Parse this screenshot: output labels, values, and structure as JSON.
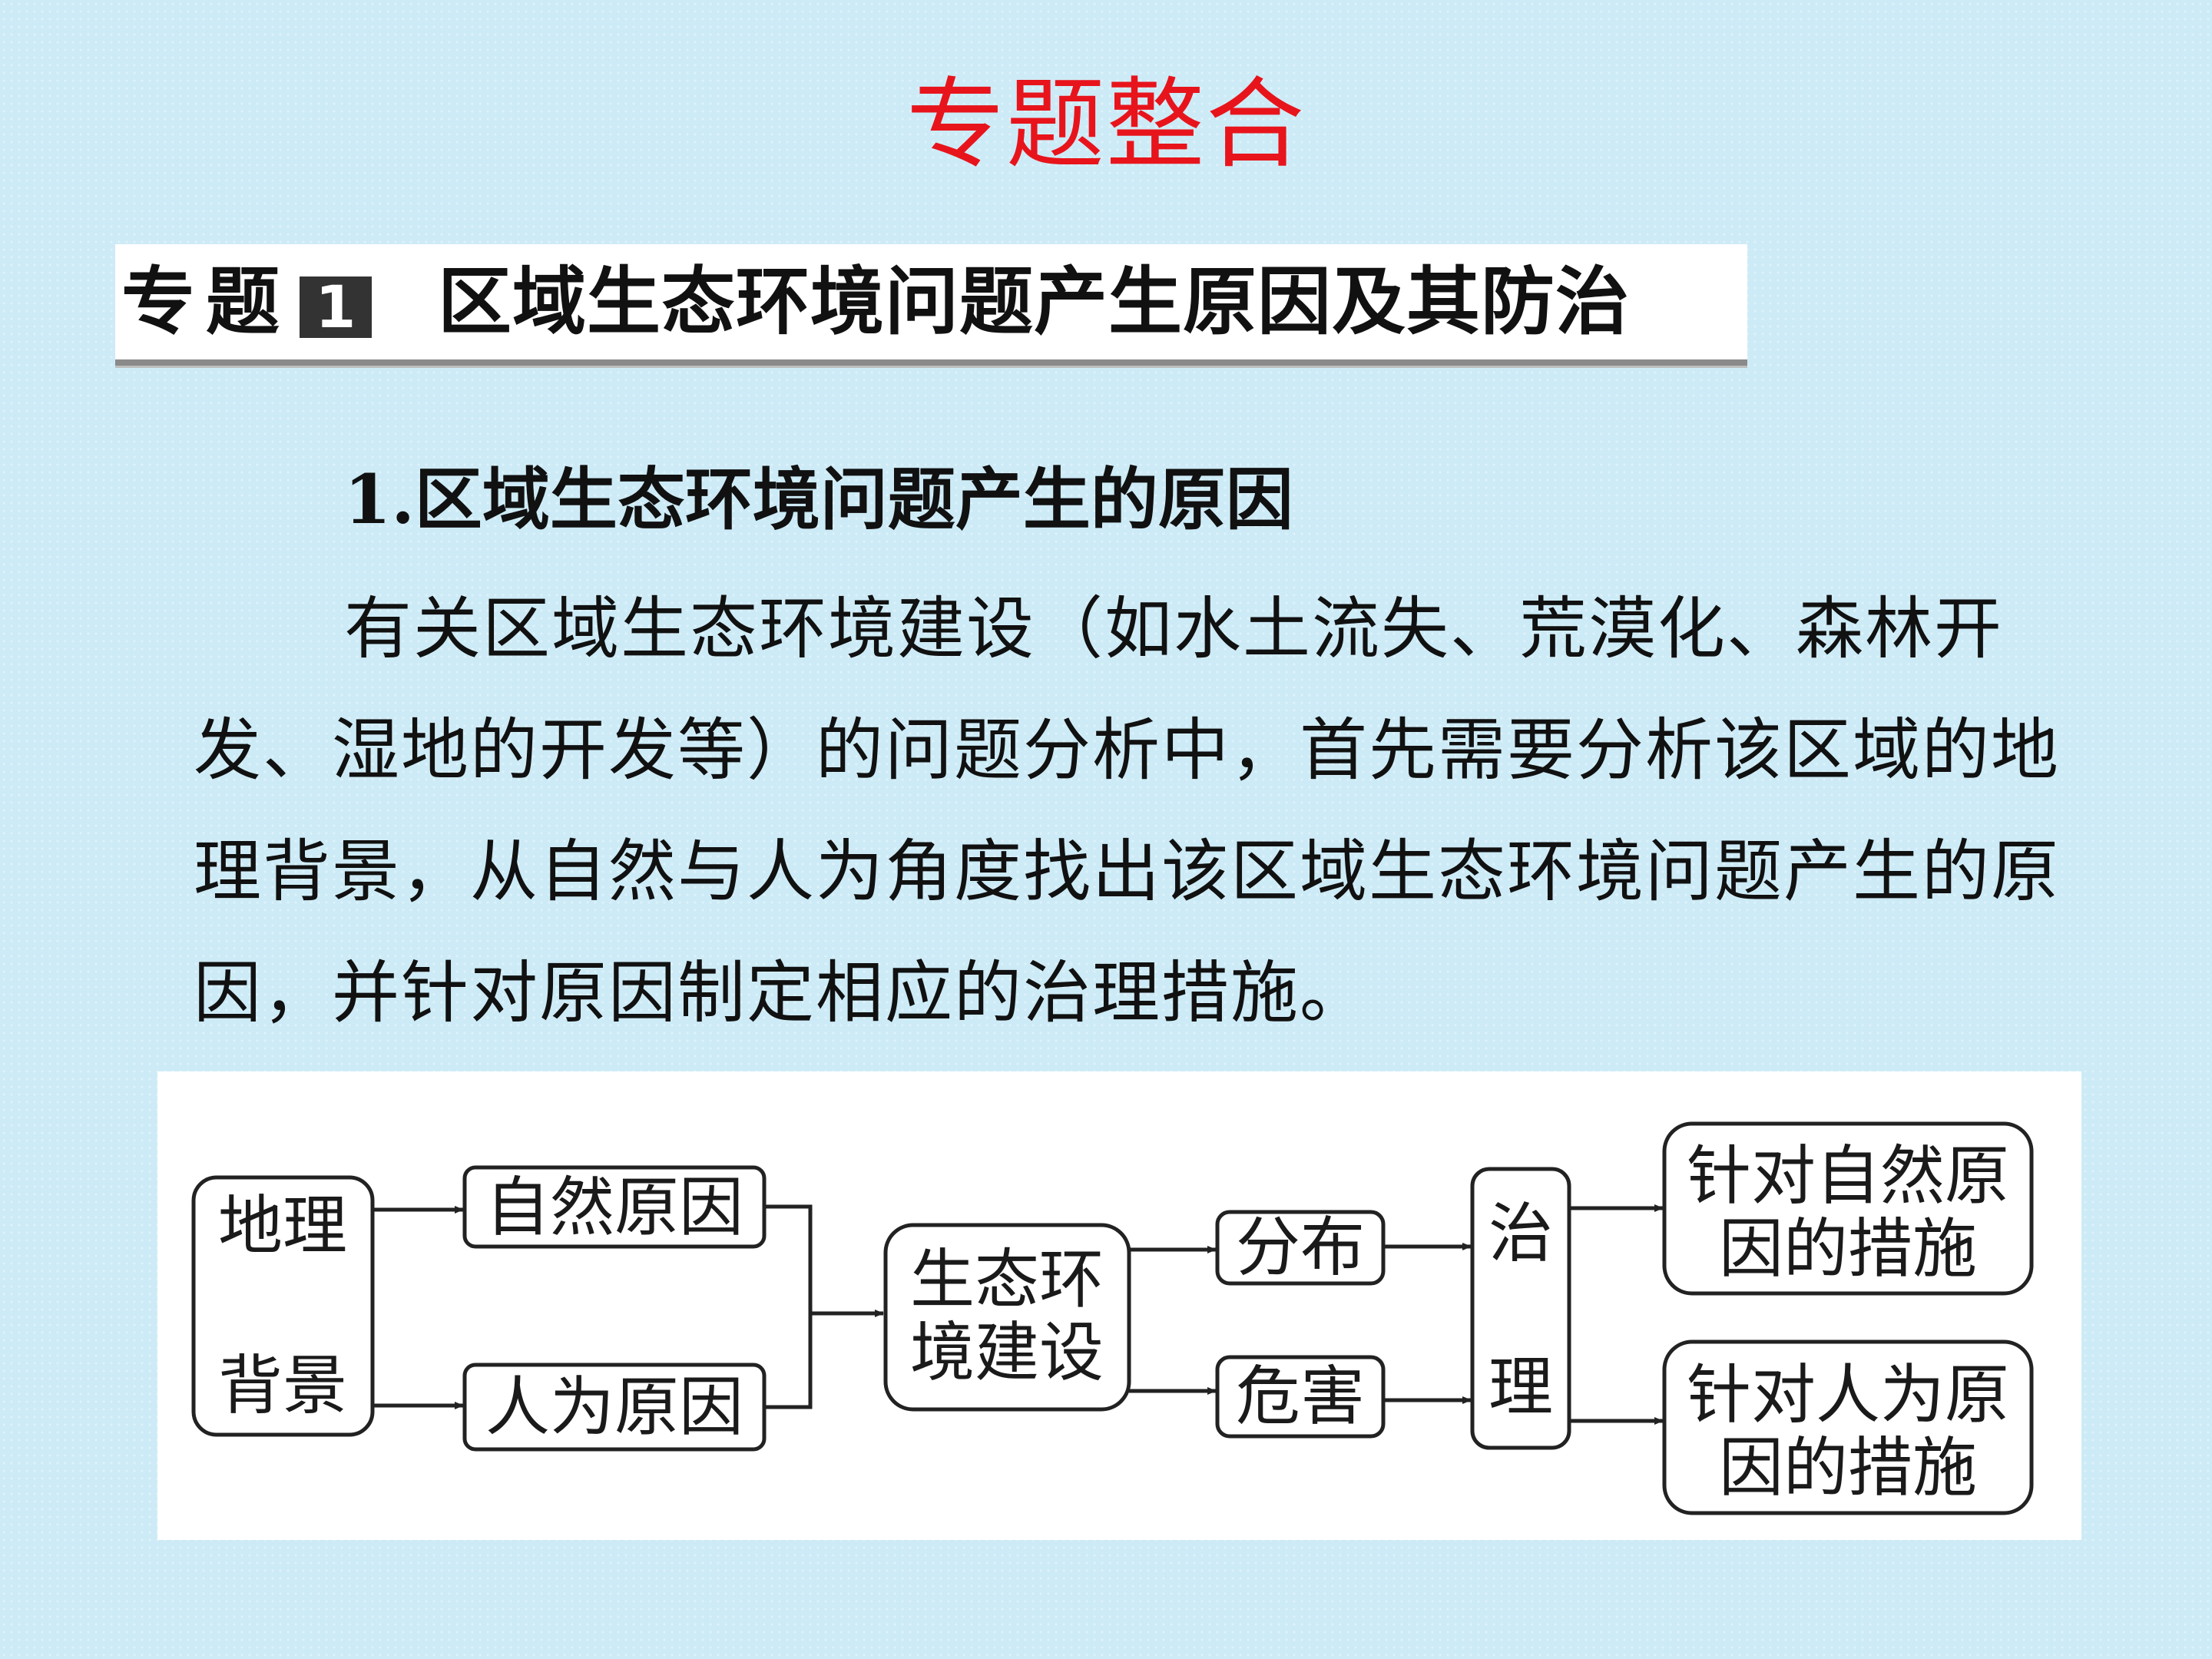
{
  "slide": {
    "title": "专题整合"
  },
  "topic": {
    "label": "专题",
    "number": "1",
    "text": "区域生态环境问题产生原因及其防治"
  },
  "section": {
    "heading": "1.区域生态环境问题产生的原因",
    "paragraph": "有关区域生态环境建设（如水土流失、荒漠化、森林开发、湿地的开发等）的问题分析中，首先需要分析该区域的地理背景，从自然与人为角度找出该区域生态环境问题产生的原因，并针对原因制定相应的治理措施。"
  },
  "diagram": {
    "nodes": {
      "geo_background": [
        "地理",
        "背景"
      ],
      "natural_cause": "自然原因",
      "human_cause": "人为原因",
      "eco_problem": [
        "生态环",
        "境建设"
      ],
      "distribution": "分布",
      "harm": "危害",
      "governance": [
        "治",
        "理"
      ],
      "natural_measures": [
        "针对自然原",
        "因的措施"
      ],
      "human_measures": [
        "针对人为原",
        "因的措施"
      ]
    },
    "colors": {
      "stroke": "#222222",
      "fill": "#ffffff"
    }
  }
}
